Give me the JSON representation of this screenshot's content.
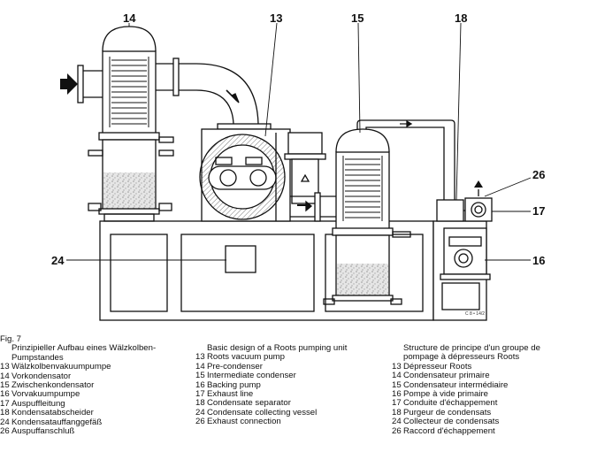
{
  "callouts": {
    "c14": "14",
    "c13": "13",
    "c15": "15",
    "c18": "18",
    "c26": "26",
    "c17": "17",
    "c16": "16",
    "c24": "24"
  },
  "figure_mark": "C 8 • 14/2",
  "legend_de": {
    "fig": "Fig. 7",
    "title": "Prinzipieller Aufbau eines Wälzkolben-\nPumpstandes",
    "items": [
      {
        "num": "13",
        "text": "Wälzkolbenvakuumpumpe"
      },
      {
        "num": "14",
        "text": "Vorkondensator"
      },
      {
        "num": "15",
        "text": "Zwischenkondensator"
      },
      {
        "num": "16",
        "text": "Vorvakuumpumpe"
      },
      {
        "num": "17",
        "text": "Auspuffleitung"
      },
      {
        "num": "18",
        "text": "Kondensatabscheider"
      },
      {
        "num": "24",
        "text": "Kondensatauffanggefäß"
      },
      {
        "num": "26",
        "text": "Auspuffanschluß"
      }
    ]
  },
  "legend_en": {
    "title": "Basic design of a Roots pumping unit",
    "items": [
      {
        "num": "13",
        "text": "Roots vacuum pump"
      },
      {
        "num": "14",
        "text": "Pre-condenser"
      },
      {
        "num": "15",
        "text": "Intermediate condenser"
      },
      {
        "num": "16",
        "text": "Backing pump"
      },
      {
        "num": "17",
        "text": "Exhaust line"
      },
      {
        "num": "18",
        "text": "Condensate separator"
      },
      {
        "num": "24",
        "text": "Condensate collecting vessel"
      },
      {
        "num": "26",
        "text": "Exhaust connection"
      }
    ]
  },
  "legend_fr": {
    "title": "Structure de principe d'un groupe de\npompage à dépresseurs Roots",
    "items": [
      {
        "num": "13",
        "text": "Dépresseur Roots"
      },
      {
        "num": "14",
        "text": "Condensateur primaire"
      },
      {
        "num": "15",
        "text": "Condensateur intermédiaire"
      },
      {
        "num": "16",
        "text": "Pompe à vide primaire"
      },
      {
        "num": "17",
        "text": "Conduite d'échappement"
      },
      {
        "num": "18",
        "text": "Purgeur de condensats"
      },
      {
        "num": "24",
        "text": "Collecteur de condensats"
      },
      {
        "num": "26",
        "text": "Raccord d'échappement"
      }
    ]
  }
}
